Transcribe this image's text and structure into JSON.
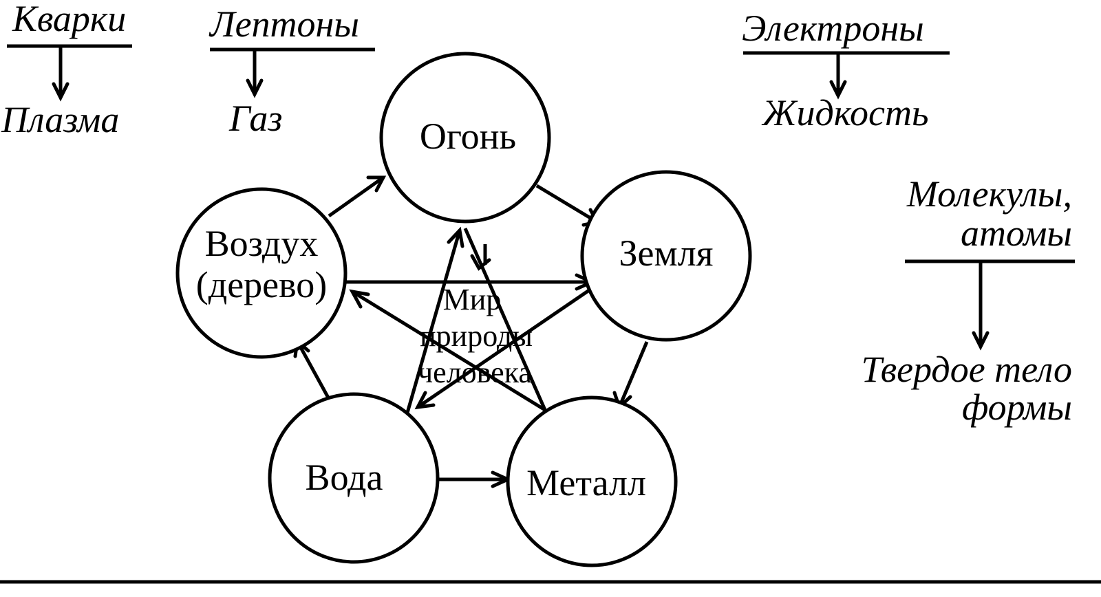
{
  "states": [
    {
      "particle": "Кварки",
      "state": "Плазма"
    },
    {
      "particle": "Лептоны",
      "state": "Газ"
    },
    {
      "particle": "Электроны",
      "state": "Жидкость"
    },
    {
      "particle_lines": [
        "Молекулы,",
        "атомы"
      ],
      "state_lines": [
        "Твердое тело",
        "формы"
      ]
    }
  ],
  "elements": {
    "fire": "Огонь",
    "earth": "Земля",
    "air_lines": [
      "Воздух",
      "(дерево)"
    ],
    "water": "Вода",
    "metal": "Металл"
  },
  "center_lines": [
    "Мир",
    "природы",
    "человека"
  ]
}
